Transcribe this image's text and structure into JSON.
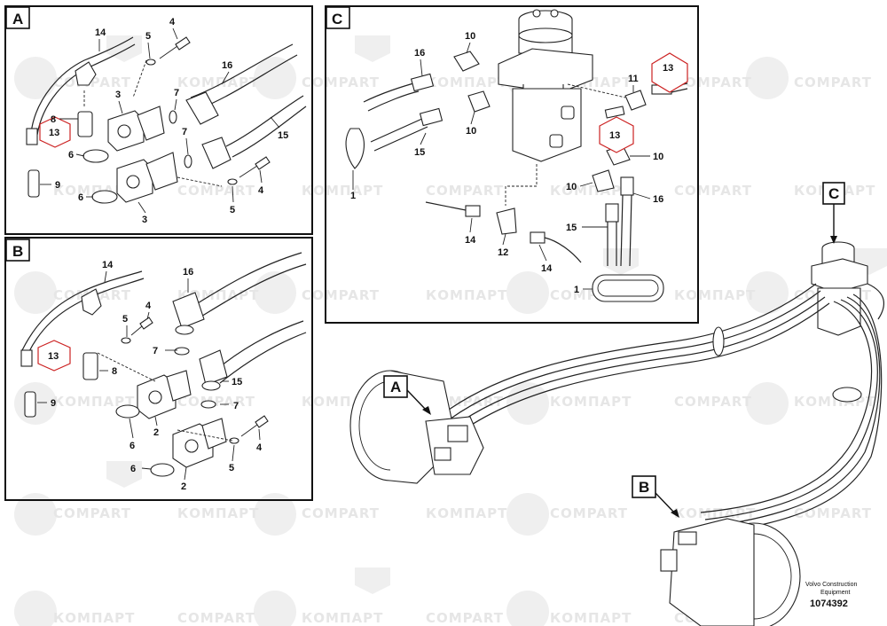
{
  "panels": {
    "a": {
      "label": "A",
      "callouts": {
        "hose_left": "14",
        "bolt_top": "4",
        "washer_top": "5",
        "flange_top": "3",
        "oring_top": "7",
        "hose_upper": "16",
        "hose_lower": "15",
        "nipple": "8",
        "oring_bottom": "7",
        "plug_cap": "9",
        "oring_left1": "6",
        "oring_left2": "6",
        "flange_bottom": "3",
        "bolt_bottom": "4",
        "washer_bottom": "5",
        "hex_tag": "13"
      }
    },
    "b": {
      "label": "B",
      "callouts": {
        "hose_left": "14",
        "hose_upper": "16",
        "bolt_top": "4",
        "washer_top": "5",
        "oring_top": "7",
        "nipple": "8",
        "hose_lower": "15",
        "oring_mid": "7",
        "plug_cap": "9",
        "oring_left1": "6",
        "flange_top": "2",
        "bolt_bottom": "4",
        "washer_bottom": "5",
        "oring_left2": "6",
        "flange_bottom": "2",
        "hex_tag": "13"
      }
    },
    "c": {
      "label": "C",
      "callouts": {
        "elbow_top": "10",
        "hose_top_left": "16",
        "tee_top_right": "11",
        "hex_tag_top": "13",
        "elbow_mid": "10",
        "hose_mid_left": "15",
        "clamp_left": "1",
        "hex_tag_mid": "13",
        "elbow_right": "10",
        "elbow_right_low": "10",
        "hose_right": "16",
        "hose_left_low": "14",
        "tee_bottom": "12",
        "hose_right_low": "14",
        "hose_bottom": "15",
        "clamp_bottom": "1"
      }
    }
  },
  "overview": {
    "label_a": "A",
    "label_b": "B",
    "label_c": "C"
  },
  "footer": {
    "credit_line1": "Volvo Construction",
    "credit_line2": "Equipment",
    "doc_number": "1074392"
  },
  "watermarks": [
    "COMPART",
    "КОМПАРТ"
  ],
  "colors": {
    "line": "#222222",
    "hex_tag": "#cc2222",
    "watermark": "#e6e6e6"
  }
}
